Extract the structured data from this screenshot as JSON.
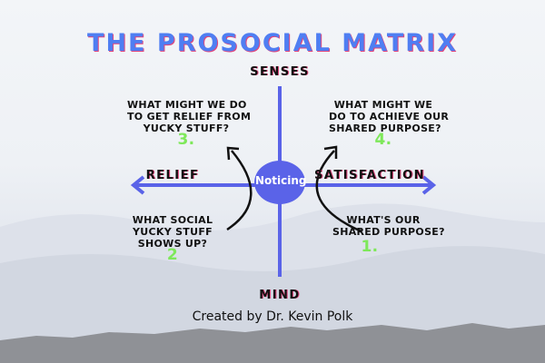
{
  "title": "THE PROSOCIAL MATRIX",
  "axes": {
    "top": "SENSES",
    "bottom": "MIND",
    "left": "RELIEF",
    "right": "SATISFACTION"
  },
  "center": "Noticing",
  "quadrants": [
    {
      "lines": [
        "WHAT MIGHT WE DO",
        "TO GET RELIEF FROM",
        "YUCKY STUFF?"
      ],
      "number": "3."
    },
    {
      "lines": [
        "WHAT MIGHT WE",
        "DO TO ACHIEVE OUR",
        "SHARED PURPOSE?"
      ],
      "number": "4."
    },
    {
      "lines": [
        "WHAT SOCIAL",
        "YUCKY STUFF",
        "SHOWS UP?"
      ],
      "number": "2"
    },
    {
      "lines": [
        "WHAT'S OUR",
        "SHARED PURPOSE?"
      ],
      "number": "1."
    }
  ],
  "credit": "Created by Dr. Kevin Polk",
  "colors": {
    "axis": "#5a63e8",
    "title": "#4f7ef2",
    "number": "#7ee85a"
  }
}
